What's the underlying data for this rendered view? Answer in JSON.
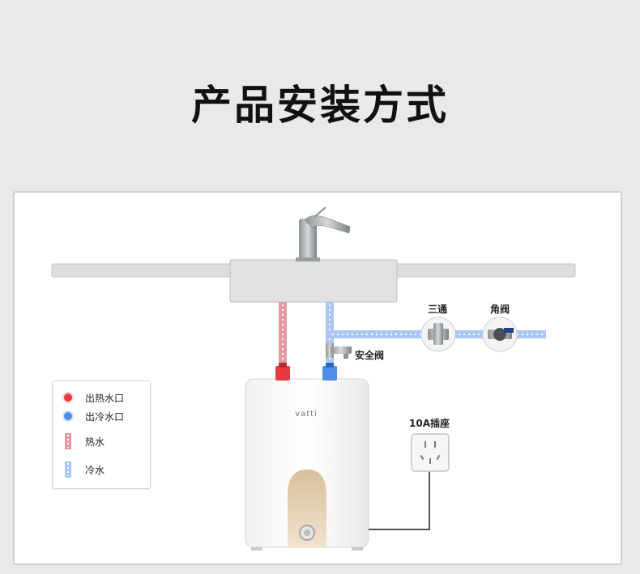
{
  "title": "产品安装方式",
  "labels": {
    "tee": "三通",
    "angle_valve": "角阀",
    "safety_valve": "安全阀",
    "socket": "10A插座"
  },
  "legend": [
    {
      "icon": "red-dot-icon",
      "text": "出热水口"
    },
    {
      "icon": "blue-dot-icon",
      "text": "出冷水口"
    },
    {
      "icon": "hot-pipe-icon",
      "text": "热水"
    },
    {
      "icon": "cold-pipe-icon",
      "text": "冷水"
    }
  ],
  "brand": "vatti",
  "colors": {
    "hot": "#e63a42",
    "cold": "#4d8ee8",
    "hot_pipe": "#e59aa3",
    "cold_pipe": "#a9c7f2",
    "heater_panel": "#e4cfb0"
  }
}
